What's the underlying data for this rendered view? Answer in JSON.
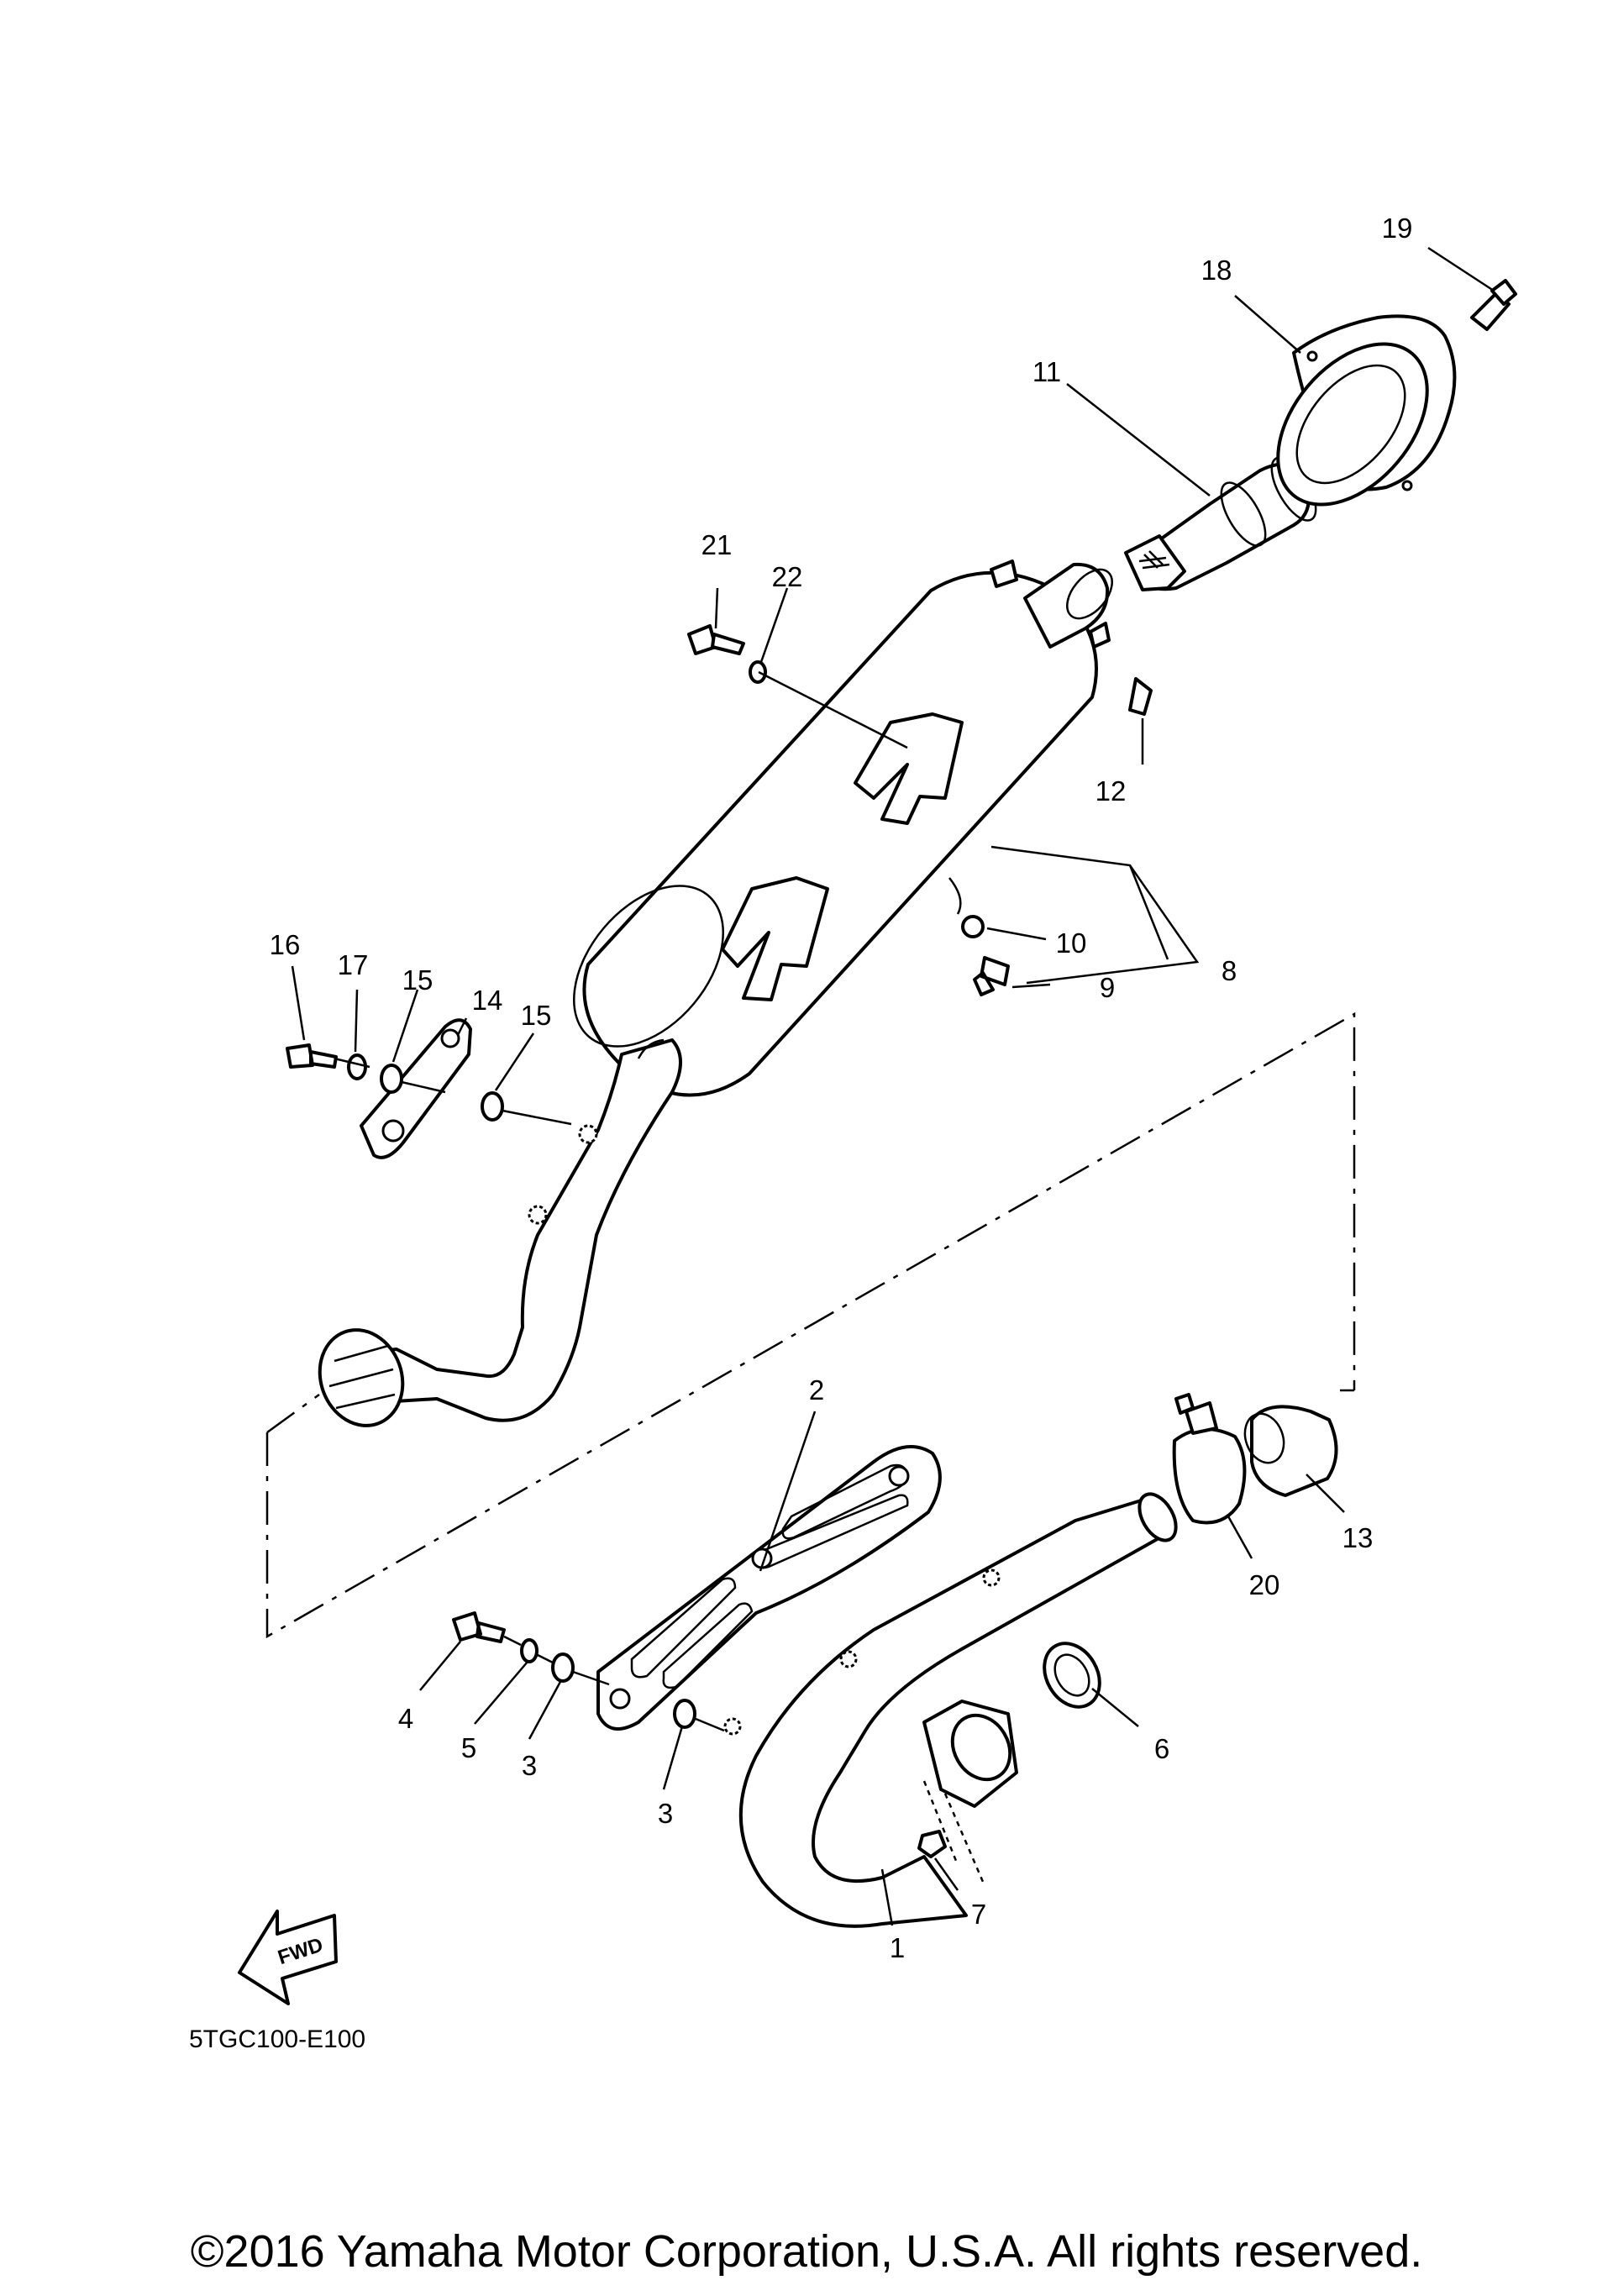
{
  "diagram": {
    "code": "5TGC100-E100",
    "fwd_label": "FWD",
    "copyright": "©2016 Yamaha Motor Corporation, U.S.A. All rights reserved."
  },
  "parts": [
    {
      "num": "19"
    },
    {
      "num": "18"
    },
    {
      "num": "11"
    },
    {
      "num": "21"
    },
    {
      "num": "22"
    },
    {
      "num": "12"
    },
    {
      "num": "10"
    },
    {
      "num": "8"
    },
    {
      "num": "9"
    },
    {
      "num": "16"
    },
    {
      "num": "17"
    },
    {
      "num": "15"
    },
    {
      "num": "14"
    },
    {
      "num": "15"
    },
    {
      "num": "2"
    },
    {
      "num": "13"
    },
    {
      "num": "20"
    },
    {
      "num": "4"
    },
    {
      "num": "5"
    },
    {
      "num": "3"
    },
    {
      "num": "3"
    },
    {
      "num": "6"
    },
    {
      "num": "7"
    },
    {
      "num": "1"
    }
  ],
  "icons": [
    "fwd-arrow-icon"
  ]
}
